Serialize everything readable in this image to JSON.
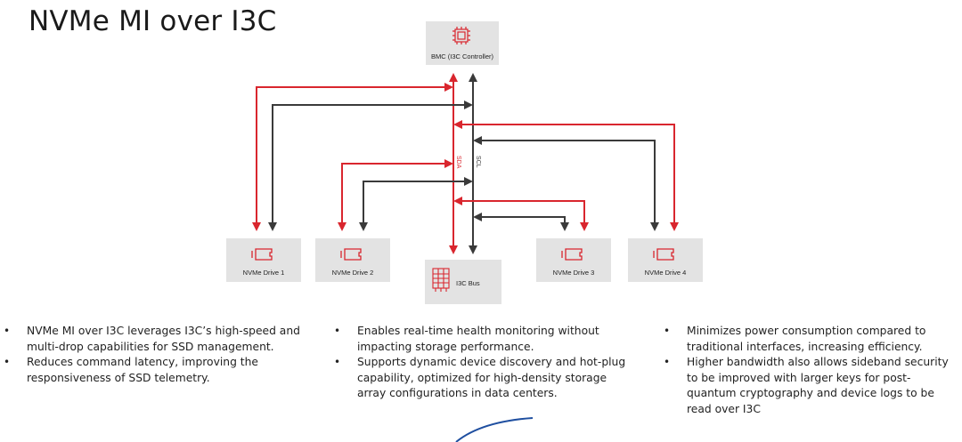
{
  "title": "NVMe MI over I3C",
  "colors": {
    "red": "#d9262e",
    "dark": "#3a3a3a",
    "box": "#e3e3e3"
  },
  "nodes": {
    "bmc": {
      "label": "BMC (I3C Controller)",
      "icon": "chip-icon"
    },
    "bus": {
      "label": "I3C Bus",
      "icon": "grid-icon"
    },
    "drives": [
      {
        "label": "NVMe Drive 1",
        "icon": "ssd-icon"
      },
      {
        "label": "NVMe Drive 2",
        "icon": "ssd-icon"
      },
      {
        "label": "NVMe Drive 3",
        "icon": "ssd-icon"
      },
      {
        "label": "NVMe Drive 4",
        "icon": "ssd-icon"
      }
    ]
  },
  "lines": {
    "sda": "SDA",
    "scl": "SCL"
  },
  "bullets": {
    "col1": [
      "NVMe MI over I3C leverages I3C’s high-speed and multi-drop capabilities for SSD management.",
      "Reduces command latency, improving the responsiveness of SSD telemetry."
    ],
    "col2": [
      "Enables real-time health monitoring without impacting storage performance.",
      "Supports dynamic device discovery and hot-plug capability, optimized for high-density storage array configurations in data centers."
    ],
    "col3": [
      "Minimizes power consumption compared to traditional interfaces, increasing efficiency.",
      "Higher bandwidth also allows sideband security to be improved with larger keys for post-quantum cryptography and device logs to be read over I3C"
    ]
  }
}
